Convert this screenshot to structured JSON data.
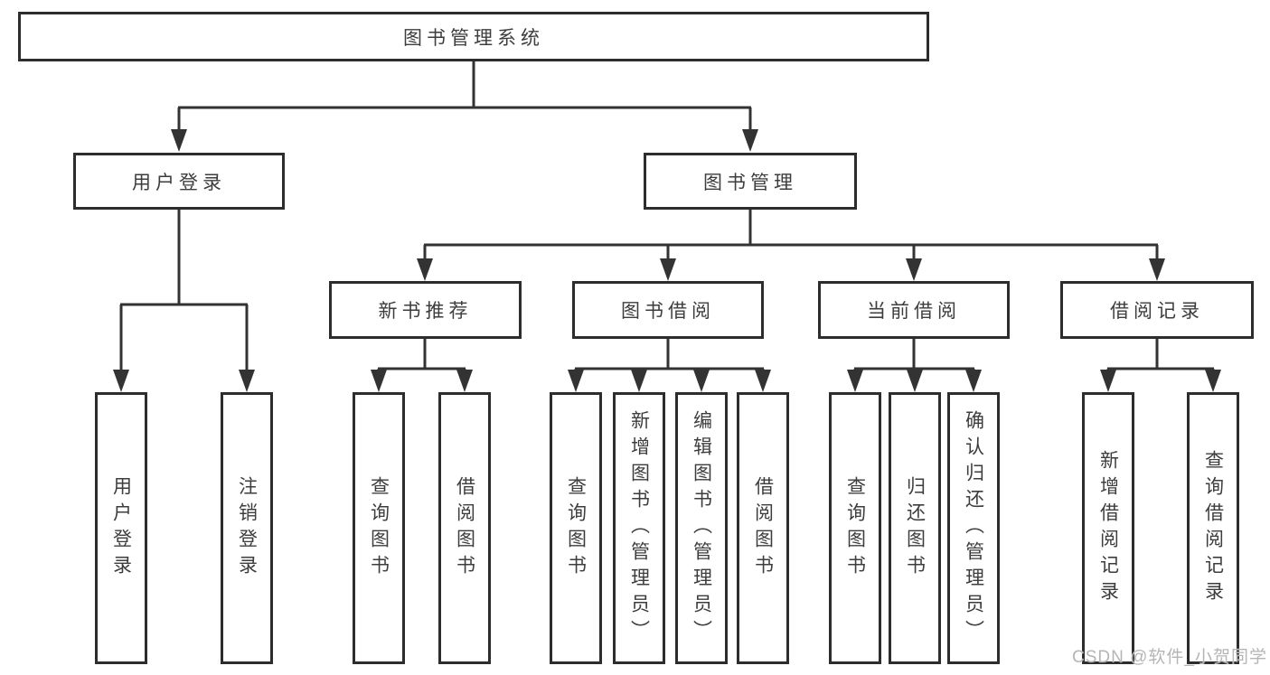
{
  "diagram": {
    "type": "hierarchy-tree",
    "tree": {
      "root": {
        "label": "图书管理系统"
      },
      "children": [
        {
          "label": "用户登录",
          "children": [
            {
              "label": "用户登录"
            },
            {
              "label": "注销登录"
            }
          ]
        },
        {
          "label": "图书管理",
          "children": [
            {
              "label": "新书推荐",
              "children": [
                {
                  "label": "查询图书"
                },
                {
                  "label": "借阅图书"
                }
              ]
            },
            {
              "label": "图书借阅",
              "children": [
                {
                  "label": "查询图书"
                },
                {
                  "label": "新增图书（管理员）"
                },
                {
                  "label": "编辑图书（管理员）"
                },
                {
                  "label": "借阅图书"
                }
              ]
            },
            {
              "label": "当前借阅",
              "children": [
                {
                  "label": "查询图书"
                },
                {
                  "label": "归还图书"
                },
                {
                  "label": "确认归还（管理员）"
                }
              ]
            },
            {
              "label": "借阅记录",
              "children": [
                {
                  "label": "新增借阅记录"
                },
                {
                  "label": "查询借阅记录"
                }
              ]
            }
          ]
        }
      ]
    },
    "colors": {
      "line": "#333333",
      "box_border": "#2d2d2d",
      "text": "#3d3d3d",
      "background": "#ffffff",
      "watermark": "#b5b5b5"
    }
  },
  "watermark": {
    "text": "CSDN @软件_小贺同学"
  }
}
